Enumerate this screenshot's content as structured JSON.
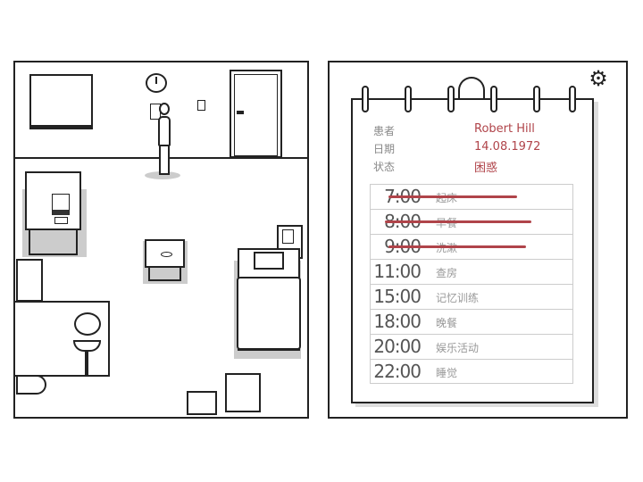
{
  "notepad": {
    "labels": {
      "patient": "患者",
      "date": "日期",
      "status": "状态"
    },
    "values": {
      "patient": "Robert Hill",
      "date": "14.08.1972",
      "status": "困惑"
    },
    "schedule": [
      {
        "time": "7:00",
        "task": "起床",
        "done": true
      },
      {
        "time": "8:00",
        "task": "早餐",
        "done": true
      },
      {
        "time": "9:00",
        "task": "洗漱",
        "done": true
      },
      {
        "time": "11:00",
        "task": "查房",
        "done": false
      },
      {
        "time": "15:00",
        "task": "记忆训练",
        "done": false
      },
      {
        "time": "18:00",
        "task": "晚餐",
        "done": false
      },
      {
        "time": "20:00",
        "task": "娱乐活动",
        "done": false
      },
      {
        "time": "22:00",
        "task": "睡觉",
        "done": false
      }
    ]
  },
  "colors": {
    "accent": "#b0444a",
    "line": "#222222"
  },
  "icons": {
    "settings": "gear-icon"
  }
}
